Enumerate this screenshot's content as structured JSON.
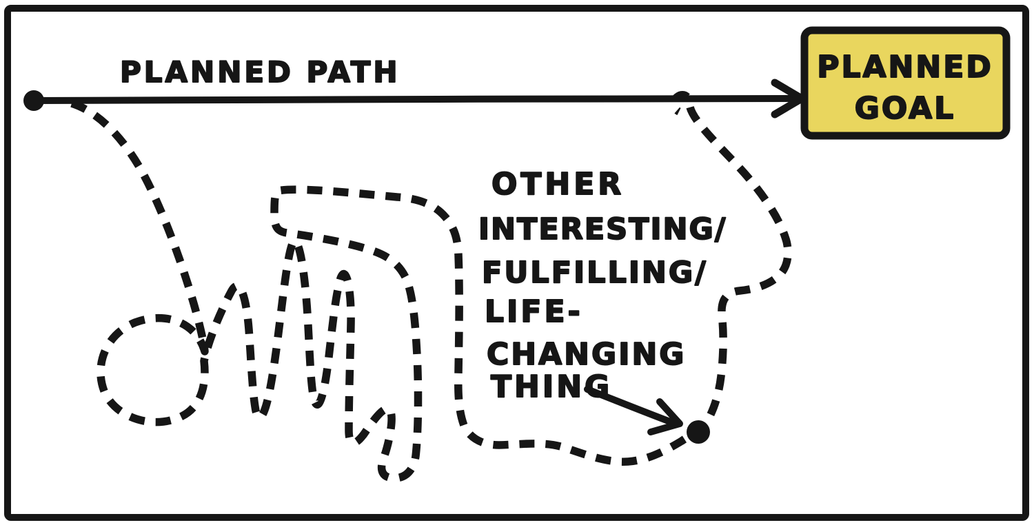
{
  "figure": {
    "title": "planned path vs actual path sketch",
    "background_color": "#ffffff",
    "ink_color": "#161616"
  },
  "planned_path": {
    "label": "PLANNED PATH"
  },
  "planned_goal": {
    "line1": "PLANNED",
    "line2": "GOAL",
    "fill_color": "#E9D65E"
  },
  "detour_annotation": {
    "lines": [
      "OTHER",
      "INTERESTING/",
      "FULFILLING/",
      "LIFE-",
      "CHANGING",
      "THING"
    ]
  },
  "icons": {
    "start_dot": "filled-circle",
    "end_dot": "filled-circle",
    "goal_arrowhead": "chevron-right",
    "annotation_arrowhead": "chevron-down-right"
  }
}
